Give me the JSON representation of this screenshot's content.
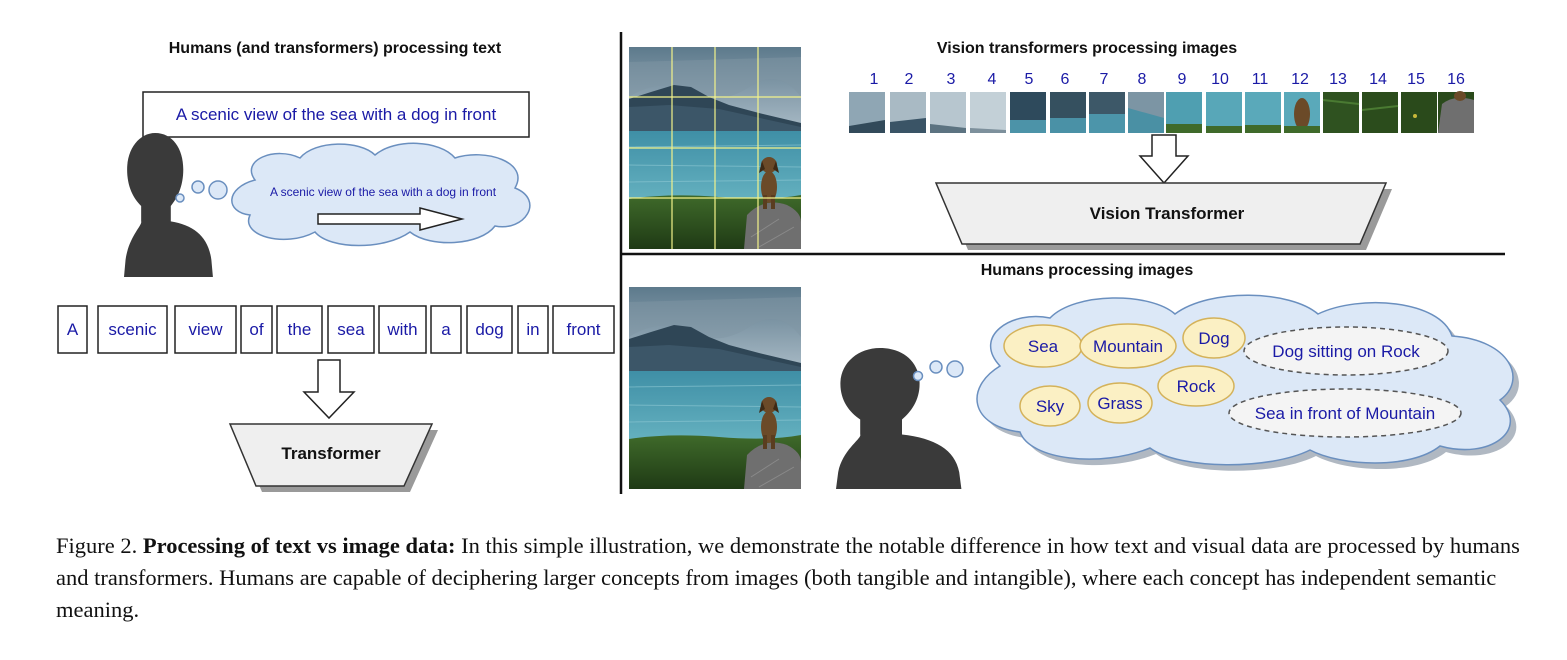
{
  "left_panel": {
    "title": "Humans (and transformers) processing text",
    "sentence": "A scenic view of the sea with a dog in front",
    "thought": "A scenic view of the sea with a dog in front",
    "tokens": [
      "A",
      "scenic",
      "view",
      "of",
      "the",
      "sea",
      "with",
      "a",
      "dog",
      "in",
      "front"
    ],
    "model_label": "Transformer"
  },
  "top_right_panel": {
    "title": "Vision transformers processing images",
    "patch_numbers": [
      "1",
      "2",
      "3",
      "4",
      "5",
      "6",
      "7",
      "8",
      "9",
      "10",
      "11",
      "12",
      "13",
      "14",
      "15",
      "16"
    ],
    "model_label": "Vision Transformer"
  },
  "bottom_right_panel": {
    "title": "Humans processing images",
    "concepts": [
      "Sea",
      "Mountain",
      "Dog",
      "Sky",
      "Grass",
      "Rock"
    ],
    "relations": [
      "Dog sitting on Rock",
      "Sea in front of Mountain"
    ]
  },
  "caption": {
    "figure_number": "Figure 2.",
    "bold_title": "Processing of text vs image data:",
    "body": "In this simple illustration, we demonstrate the notable difference in how text and visual data are processed by humans and transformers. Humans are capable of deciphering larger concepts from images (both tangible and intangible), where each concept has independent semantic meaning."
  },
  "colors": {
    "text_blue": "#1a1aa6",
    "cloud_fill": "#dce8f7",
    "cloud_stroke": "#6a8fbf",
    "concept_fill": "#fbf0c4",
    "concept_stroke": "#d4b25a",
    "silhouette": "#3a3a3a",
    "grid_line": "#f2f28a"
  }
}
